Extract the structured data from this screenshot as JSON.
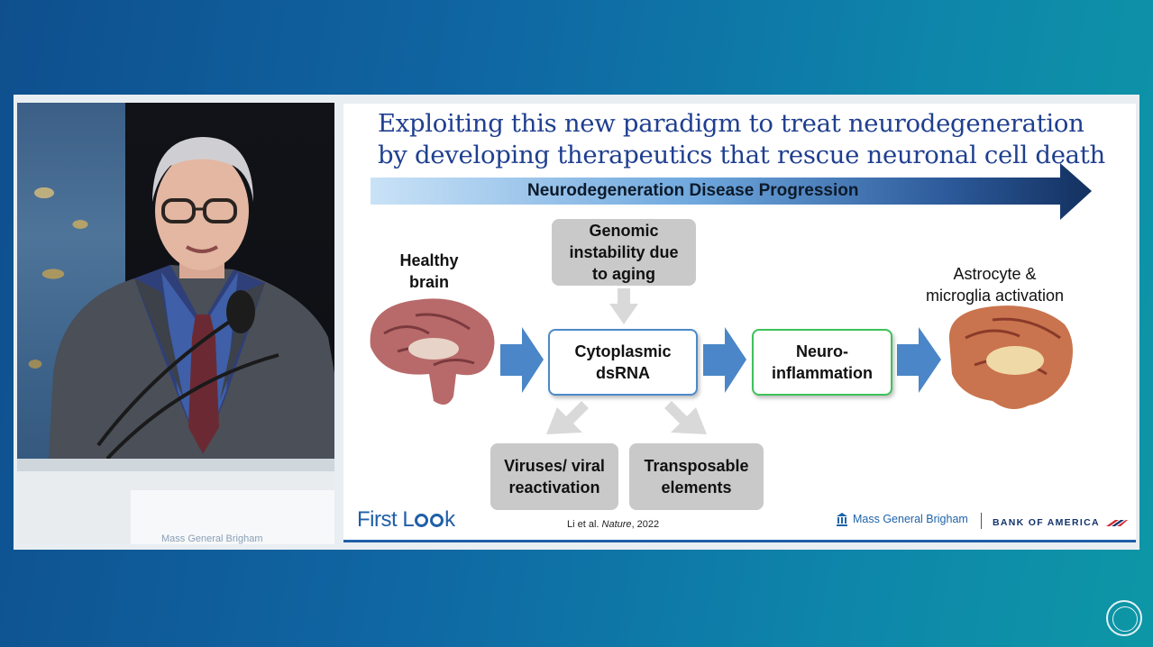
{
  "slide": {
    "title_line1": "Exploiting this new paradigm to treat neurodegeneration",
    "title_line2": "by developing therapeutics that rescue neuronal cell death",
    "progress_label": "Neurodegeneration Disease Progression",
    "healthy_brain_line1": "Healthy",
    "healthy_brain_line2": "brain",
    "genomic_line1": "Genomic",
    "genomic_line2": "instability due",
    "genomic_line3": "to aging",
    "cytoplasmic_line1": "Cytoplasmic",
    "cytoplasmic_line2": "dsRNA",
    "neuro_line1": "Neuro-",
    "neuro_line2": "inflammation",
    "astrocyte_line1": "Astrocyte &",
    "astrocyte_line2": "microglia activation",
    "viruses_line1": "Viruses/ viral",
    "viruses_line2": "reactivation",
    "transposable_line1": "Transposable",
    "transposable_line2": "elements",
    "firstlook_a": "First L",
    "firstlook_b": "k",
    "citation_a": "Li et al. ",
    "citation_journal": "Nature",
    "citation_b": ", 2022",
    "mgb_label": "Mass General Brigham",
    "boa_label": "BANK OF AMERICA"
  },
  "video": {
    "podium_text": "Mass General Brigham"
  },
  "colors": {
    "title_blue": "#1f3f8f",
    "arrow_blue": "#4a86c8",
    "arrow_light": "#d9d9d9",
    "navy": "#0f2b5b",
    "green": "#3ec25a",
    "gray_box": "#c9c9c9"
  },
  "icons": {
    "mgb": "building-icon",
    "boa": "flag-icon",
    "corner": "circle-logo-icon"
  }
}
